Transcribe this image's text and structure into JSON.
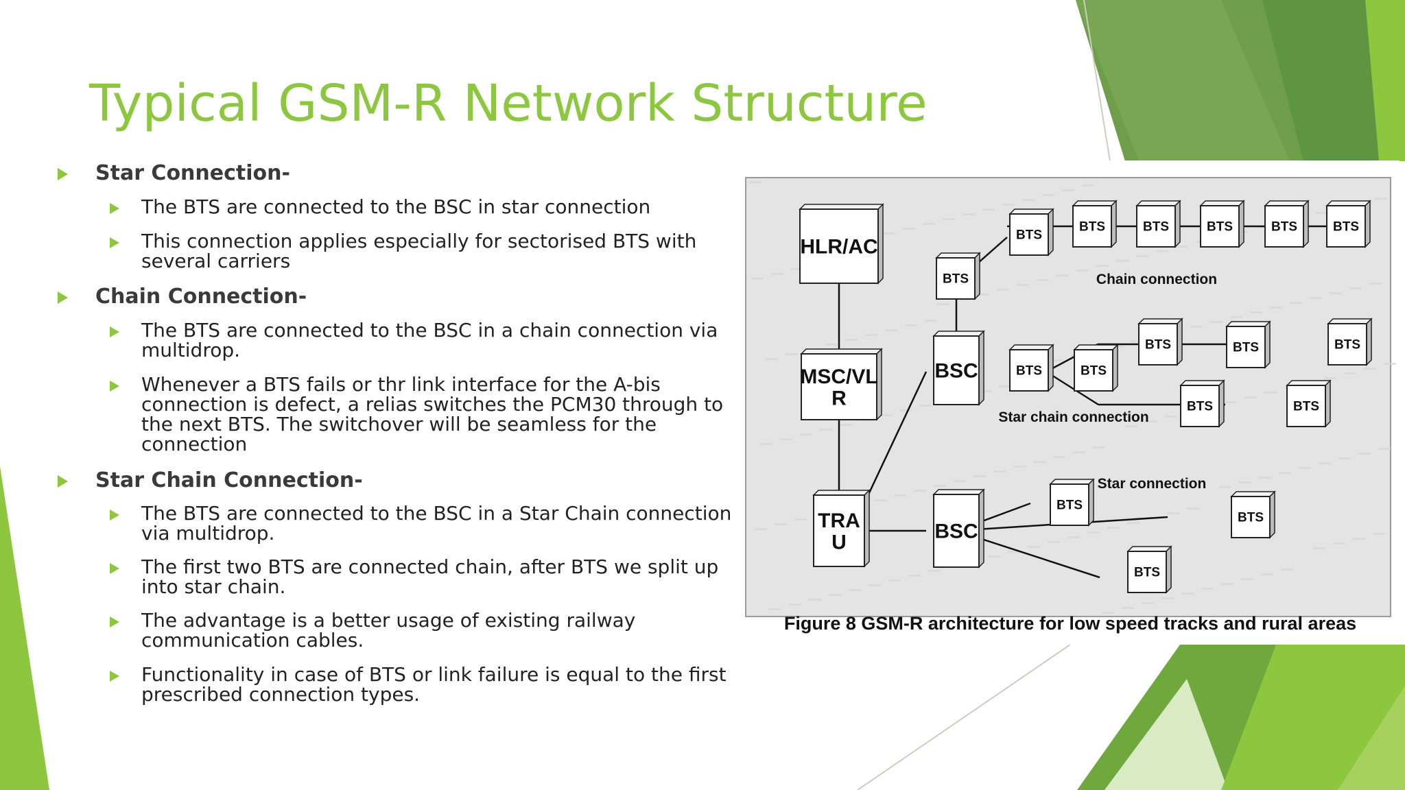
{
  "slide": {
    "title": "Typical GSM-R Network Structure",
    "accent_color": "#8DC63F"
  },
  "sections": [
    {
      "heading": "Star Connection-",
      "bullets": [
        [
          "The BTS are connected to the BSC in star connection"
        ],
        [
          "This connection applies especially for sectorised BTS with",
          "several carriers"
        ]
      ]
    },
    {
      "heading": "Chain Connection-",
      "bullets": [
        [
          "The BTS are connected to the BSC in a chain connection via",
          "multidrop."
        ],
        [
          "Whenever a BTS fails or thr link interface for the A-bis",
          "connection is defect, a relias switches the PCM30 through to",
          "the next BTS. The switchover will be seamless for the",
          "connection"
        ]
      ]
    },
    {
      "heading": "Star Chain Connection-",
      "bullets": [
        [
          "The BTS are connected to the BSC in a Star Chain connection",
          "via multidrop."
        ],
        [
          "The first two BTS are connected chain, after BTS we split up",
          "into star chain."
        ],
        [
          "The advantage is a better usage of existing railway",
          "communication cables."
        ],
        [
          "Functionality in case of BTS or link failure is equal to the first",
          "prescribed connection types."
        ]
      ]
    }
  ],
  "figure": {
    "caption": "Figure 8  GSM-R architecture for low speed tracks and rural areas",
    "label_chain": "Chain connection",
    "label_star_chain": "Star chain connection",
    "label_star": "Star connection",
    "node_hlr_line1": "HLR/AC",
    "node_msc_line1": "MSC/VL",
    "node_msc_line2": "R",
    "node_tra_line1": "TRA",
    "node_tra_line2": "U",
    "node_bsc": "BSC",
    "node_bts": "BTS"
  }
}
